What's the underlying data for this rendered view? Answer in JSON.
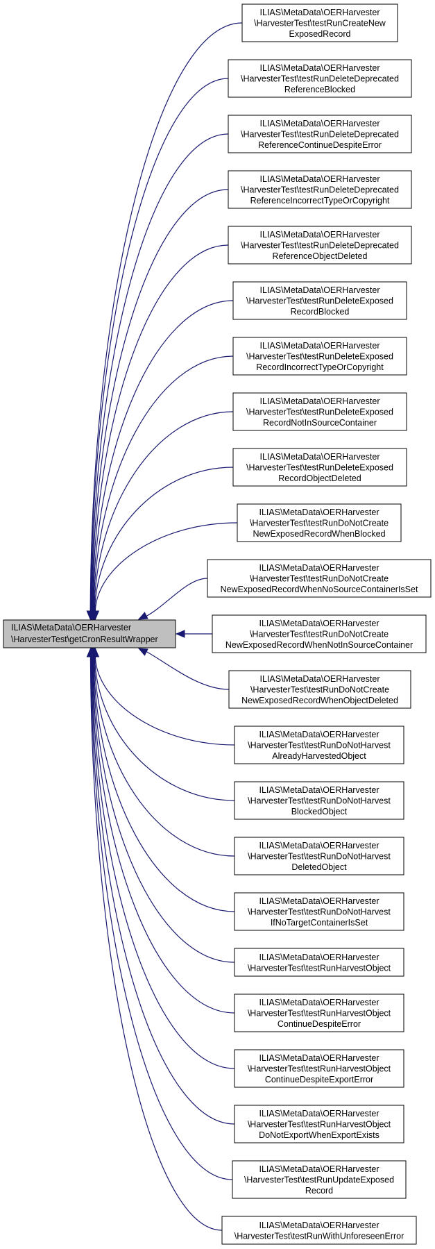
{
  "colors": {
    "edge": "#191970",
    "root_fill": "#bfbfbf",
    "node_fill": "#ffffff",
    "border": "#000000"
  },
  "root": {
    "lines": [
      "ILIAS\\MetaData\\OERHarvester",
      "\\HarvesterTest\\getCronResultWrapper"
    ]
  },
  "callers": [
    {
      "lines": [
        "ILIAS\\MetaData\\OERHarvester",
        "\\HarvesterTest\\testRunCreateNew",
        "ExposedRecord"
      ]
    },
    {
      "lines": [
        "ILIAS\\MetaData\\OERHarvester",
        "\\HarvesterTest\\testRunDeleteDeprecated",
        "ReferenceBlocked"
      ]
    },
    {
      "lines": [
        "ILIAS\\MetaData\\OERHarvester",
        "\\HarvesterTest\\testRunDeleteDeprecated",
        "ReferenceContinueDespiteError"
      ]
    },
    {
      "lines": [
        "ILIAS\\MetaData\\OERHarvester",
        "\\HarvesterTest\\testRunDeleteDeprecated",
        "ReferenceIncorrectTypeOrCopyright"
      ]
    },
    {
      "lines": [
        "ILIAS\\MetaData\\OERHarvester",
        "\\HarvesterTest\\testRunDeleteDeprecated",
        "ReferenceObjectDeleted"
      ]
    },
    {
      "lines": [
        "ILIAS\\MetaData\\OERHarvester",
        "\\HarvesterTest\\testRunDeleteExposed",
        "RecordBlocked"
      ]
    },
    {
      "lines": [
        "ILIAS\\MetaData\\OERHarvester",
        "\\HarvesterTest\\testRunDeleteExposed",
        "RecordIncorrectTypeOrCopyright"
      ]
    },
    {
      "lines": [
        "ILIAS\\MetaData\\OERHarvester",
        "\\HarvesterTest\\testRunDeleteExposed",
        "RecordNotInSourceContainer"
      ]
    },
    {
      "lines": [
        "ILIAS\\MetaData\\OERHarvester",
        "\\HarvesterTest\\testRunDeleteExposed",
        "RecordObjectDeleted"
      ]
    },
    {
      "lines": [
        "ILIAS\\MetaData\\OERHarvester",
        "\\HarvesterTest\\testRunDoNotCreate",
        "NewExposedRecordWhenBlocked"
      ]
    },
    {
      "lines": [
        "ILIAS\\MetaData\\OERHarvester",
        "\\HarvesterTest\\testRunDoNotCreate",
        "NewExposedRecordWhenNoSourceContainerIsSet"
      ]
    },
    {
      "lines": [
        "ILIAS\\MetaData\\OERHarvester",
        "\\HarvesterTest\\testRunDoNotCreate",
        "NewExposedRecordWhenNotInSourceContainer"
      ]
    },
    {
      "lines": [
        "ILIAS\\MetaData\\OERHarvester",
        "\\HarvesterTest\\testRunDoNotCreate",
        "NewExposedRecordWhenObjectDeleted"
      ]
    },
    {
      "lines": [
        "ILIAS\\MetaData\\OERHarvester",
        "\\HarvesterTest\\testRunDoNotHarvest",
        "AlreadyHarvestedObject"
      ]
    },
    {
      "lines": [
        "ILIAS\\MetaData\\OERHarvester",
        "\\HarvesterTest\\testRunDoNotHarvest",
        "BlockedObject"
      ]
    },
    {
      "lines": [
        "ILIAS\\MetaData\\OERHarvester",
        "\\HarvesterTest\\testRunDoNotHarvest",
        "DeletedObject"
      ]
    },
    {
      "lines": [
        "ILIAS\\MetaData\\OERHarvester",
        "\\HarvesterTest\\testRunDoNotHarvest",
        "IfNoTargetContainerIsSet"
      ]
    },
    {
      "lines": [
        "ILIAS\\MetaData\\OERHarvester",
        "\\HarvesterTest\\testRunHarvestObject"
      ]
    },
    {
      "lines": [
        "ILIAS\\MetaData\\OERHarvester",
        "\\HarvesterTest\\testRunHarvestObject",
        "ContinueDespiteError"
      ]
    },
    {
      "lines": [
        "ILIAS\\MetaData\\OERHarvester",
        "\\HarvesterTest\\testRunHarvestObject",
        "ContinueDespiteExportError"
      ]
    },
    {
      "lines": [
        "ILIAS\\MetaData\\OERHarvester",
        "\\HarvesterTest\\testRunHarvestObject",
        "DoNotExportWhenExportExists"
      ]
    },
    {
      "lines": [
        "ILIAS\\MetaData\\OERHarvester",
        "\\HarvesterTest\\testRunUpdateExposed",
        "Record"
      ]
    },
    {
      "lines": [
        "ILIAS\\MetaData\\OERHarvester",
        "\\HarvesterTest\\testRunWithUnforeseenError"
      ]
    }
  ]
}
